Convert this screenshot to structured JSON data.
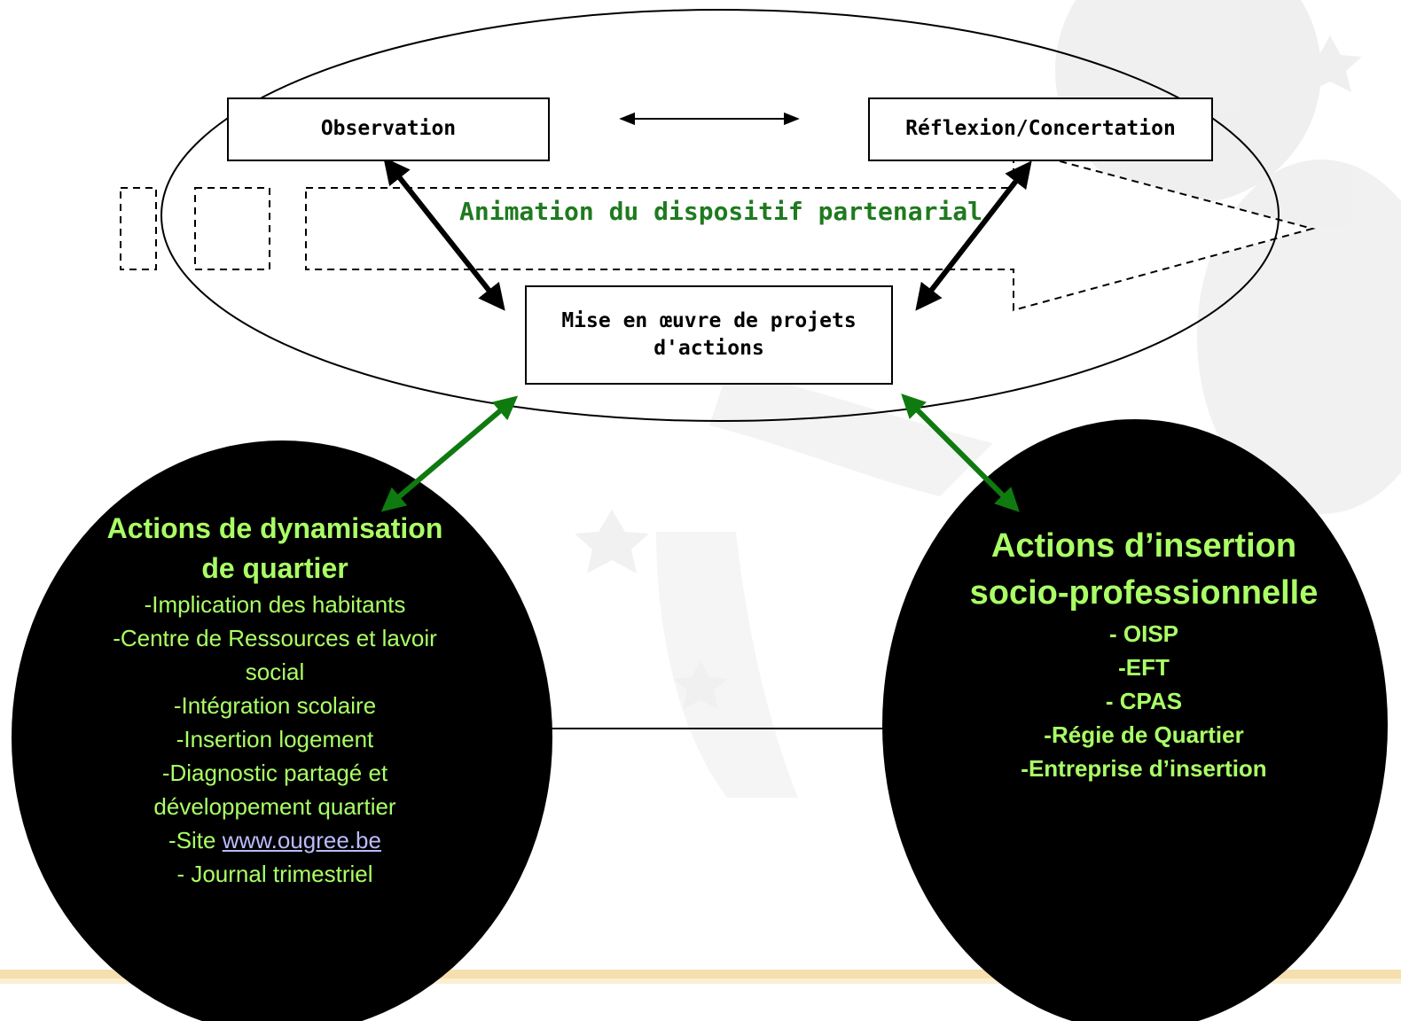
{
  "top_boxes": {
    "observation": "Observation",
    "reflexion": "Réflexion/Concertation",
    "mise_en_oeuvre": "Mise en œuvre de projets d'actions"
  },
  "animation_title": "Animation du dispositif partenarial",
  "left_circle": {
    "title": "Actions de dynamisation de quartier",
    "items": [
      "-Implication des habitants",
      "-Centre de Ressources et lavoir social",
      "-Intégration scolaire",
      "-Insertion logement",
      "-Diagnostic partagé et développement quartier"
    ],
    "site_prefix": "-Site ",
    "site_link": "www.ougree.be",
    "last_item": "- Journal trimestriel"
  },
  "right_circle": {
    "title": "Actions d’insertion socio-professionnelle",
    "items": [
      "- OISP",
      "-EFT",
      "- CPAS",
      "-Régie de Quartier",
      "-Entreprise d’insertion"
    ]
  },
  "colors": {
    "green_text": "#1f7a1f",
    "circle_text": "#aaff66",
    "green_arrow": "#0f7a0f",
    "circle_fill": "#000000"
  }
}
